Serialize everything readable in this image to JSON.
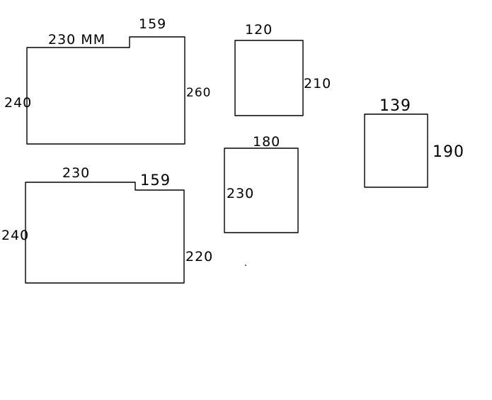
{
  "colors": {
    "background": "#ffffff",
    "ink": "#000000"
  },
  "shapes": {
    "notched_top": {
      "labels": {
        "top_long": "230 MM",
        "top_step": "159",
        "left": "240",
        "right": "260"
      }
    },
    "notched_bottom": {
      "labels": {
        "top_long": "230",
        "top_step": "159",
        "left": "240",
        "right": "220"
      }
    },
    "rect_a": {
      "labels": {
        "top": "120",
        "right": "210"
      }
    },
    "rect_b": {
      "labels": {
        "top": "180",
        "left": "230"
      }
    },
    "rect_c": {
      "labels": {
        "top": "139",
        "right": "190"
      }
    }
  }
}
